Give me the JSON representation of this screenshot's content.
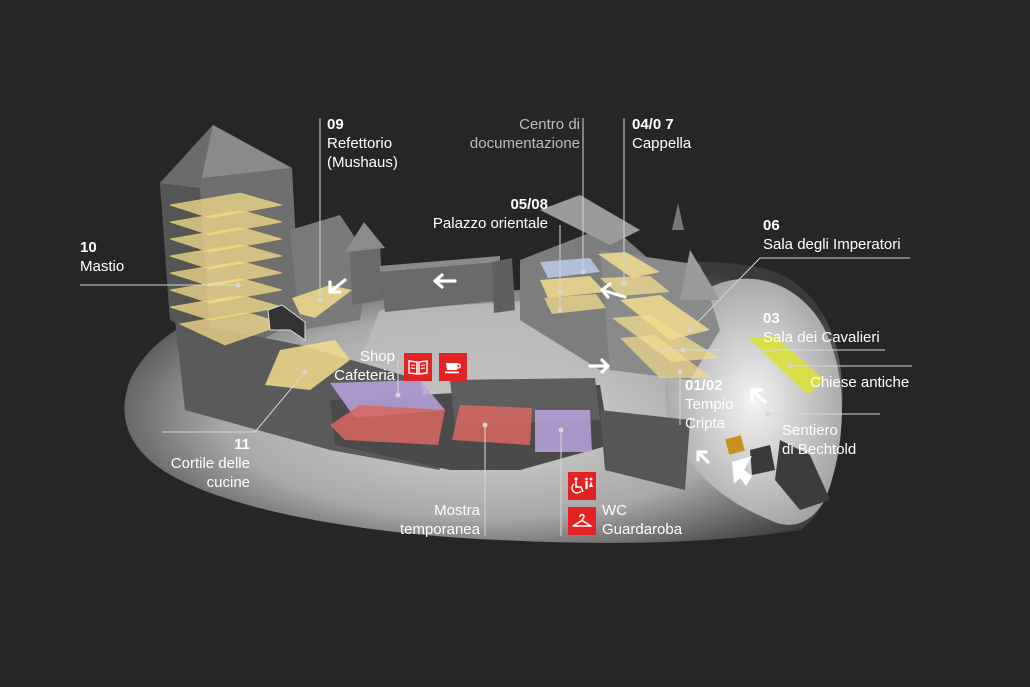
{
  "labels": {
    "mastio": {
      "num": "10",
      "name": "Mastio"
    },
    "refettorio": {
      "num": "09",
      "name1": "Refettorio",
      "name2": "(Mushaus)"
    },
    "centro": {
      "line1": "Centro di",
      "line2": "documentazione"
    },
    "cappella": {
      "num": "04/0 7",
      "name": "Cappella"
    },
    "palazzo": {
      "num": "05/08",
      "name": "Palazzo orientale"
    },
    "imperatori": {
      "num": "06",
      "name": "Sala degli Imperatori"
    },
    "cavalieri": {
      "num": "03",
      "name": "Sala dei Cavalieri"
    },
    "chiese": {
      "name": "Chiese antiche"
    },
    "tempio": {
      "num": "01/02",
      "name1": "Tempio",
      "name2": "Cripta"
    },
    "sentiero": {
      "line1": "Sentiero",
      "line2": "di Bechtold"
    },
    "shop": {
      "line1": "Shop",
      "line2": "Cafeteria"
    },
    "cortile": {
      "num": "11",
      "name1": "Cortile delle",
      "name2": "cucine"
    },
    "mostra": {
      "line1": "Mostra",
      "line2": "temporanea"
    },
    "wc": {
      "line1": "WC",
      "line2": "Guardaroba"
    }
  },
  "icons": {
    "shop": "book-icon",
    "cafeteria": "coffee-cup-icon",
    "wc": "wheelchair-toilet-icon",
    "wardrobe": "coat-hanger-icon"
  },
  "colors": {
    "background": "#262626",
    "highlight_yellow": "#f2dc8c",
    "chiese_green": "#d9df3c",
    "exhibit_red": "#d9665f",
    "exhibit_purple": "#b9a3de",
    "centro_blue": "#b7c6e6",
    "icon_red": "#e32323",
    "label_white": "#ffffff",
    "leader_line": "#d6d6d6"
  }
}
